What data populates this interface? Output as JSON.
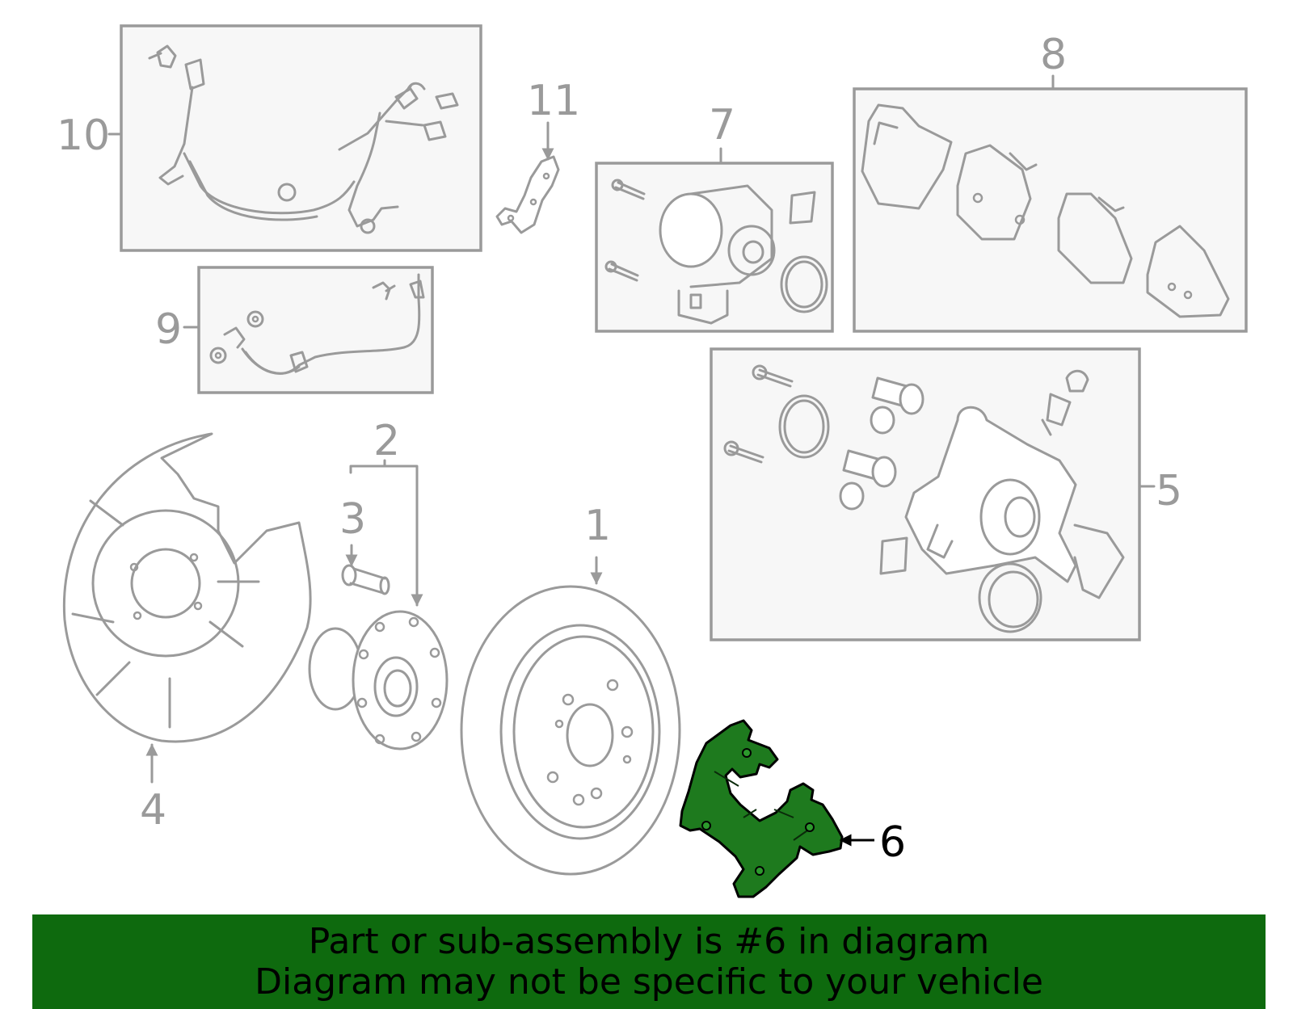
{
  "diagram": {
    "callouts": {
      "c1": "1",
      "c2": "2",
      "c3": "3",
      "c4": "4",
      "c5": "5",
      "c6": "6",
      "c7": "7",
      "c8": "8",
      "c9": "9",
      "c10": "10",
      "c11": "11"
    },
    "highlighted_part": "6",
    "colors": {
      "line": "#9a9a9a",
      "highlight_fill": "#1e7a1e",
      "banner_bg": "#0e6a0e",
      "banner_text": "#000000"
    }
  },
  "banner": {
    "line1": "Part or sub-assembly is #6 in diagram",
    "line2": "Diagram may not be specific to your vehicle"
  }
}
